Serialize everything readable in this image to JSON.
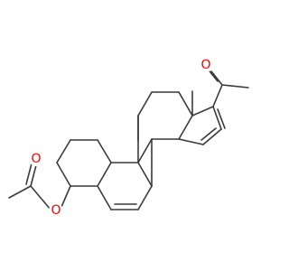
{
  "molecule": {
    "atom_labels": [
      {
        "id": "O_ketone",
        "text": "O"
      },
      {
        "id": "O_carbonyl_acetate",
        "text": "O"
      },
      {
        "id": "O_ester",
        "text": "O"
      }
    ],
    "colors": {
      "bond": "#3a3a3a",
      "oxygen": "#ff0000",
      "background": "#ffffff"
    }
  }
}
